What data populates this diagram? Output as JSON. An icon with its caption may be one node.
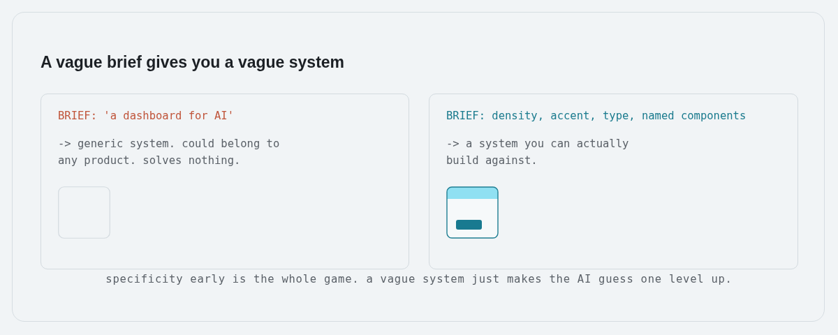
{
  "diagram": {
    "title": "A vague brief gives you a vague system",
    "caption": "specificity early is the whole game. a vague system just makes the AI guess one level up.",
    "nodes": [
      {
        "text": [
          "BRIEF: 'a dashboard for AI'",
          "-> generic system. could belong to any product. solves nothing."
        ]
      },
      {
        "text": [],
        "shape": "box",
        "in": 0
      },
      {
        "text": [
          "BRIEF: density, accent, type, named components",
          "-> a system you can actually build against."
        ]
      },
      {
        "text": [],
        "shape": "picture",
        "in": 2
      }
    ]
  }
}
